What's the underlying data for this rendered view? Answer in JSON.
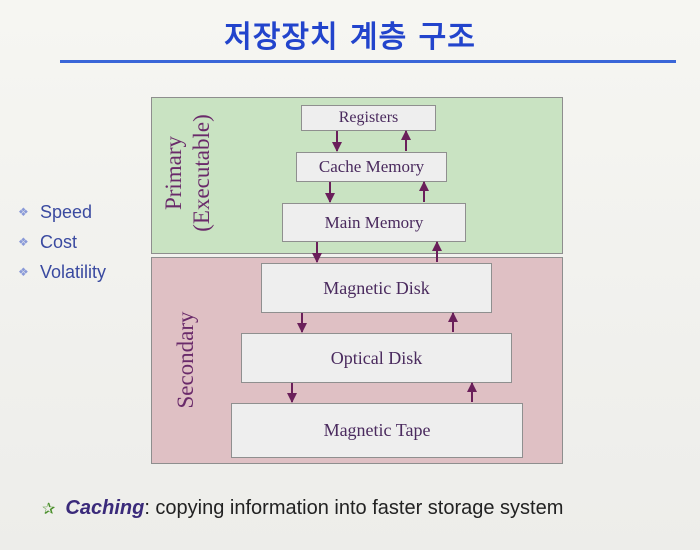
{
  "title": "저장장치 계층 구조",
  "bullets": [
    {
      "icon": "diamond-bullet-icon",
      "label": "Speed"
    },
    {
      "icon": "diamond-bullet-icon",
      "label": "Cost"
    },
    {
      "icon": "diamond-bullet-icon",
      "label": "Volatility"
    }
  ],
  "regions": {
    "primary": {
      "line1": "Primary",
      "line2": "(Executable)",
      "color": "#c9e3c2"
    },
    "secondary": {
      "label": "Secondary",
      "color": "#dfc0c4"
    }
  },
  "levels": [
    {
      "label": "Registers"
    },
    {
      "label": "Cache Memory"
    },
    {
      "label": "Main Memory"
    },
    {
      "label": "Magnetic Disk"
    },
    {
      "label": "Optical Disk"
    },
    {
      "label": "Magnetic Tape"
    }
  ],
  "caching": {
    "icon": "star-icon",
    "keyword": "Caching",
    "text": ": copying information into faster storage system"
  },
  "colors": {
    "title": "#2244cc",
    "rule": "#3a66d8",
    "arrow": "#6a1f5a"
  }
}
